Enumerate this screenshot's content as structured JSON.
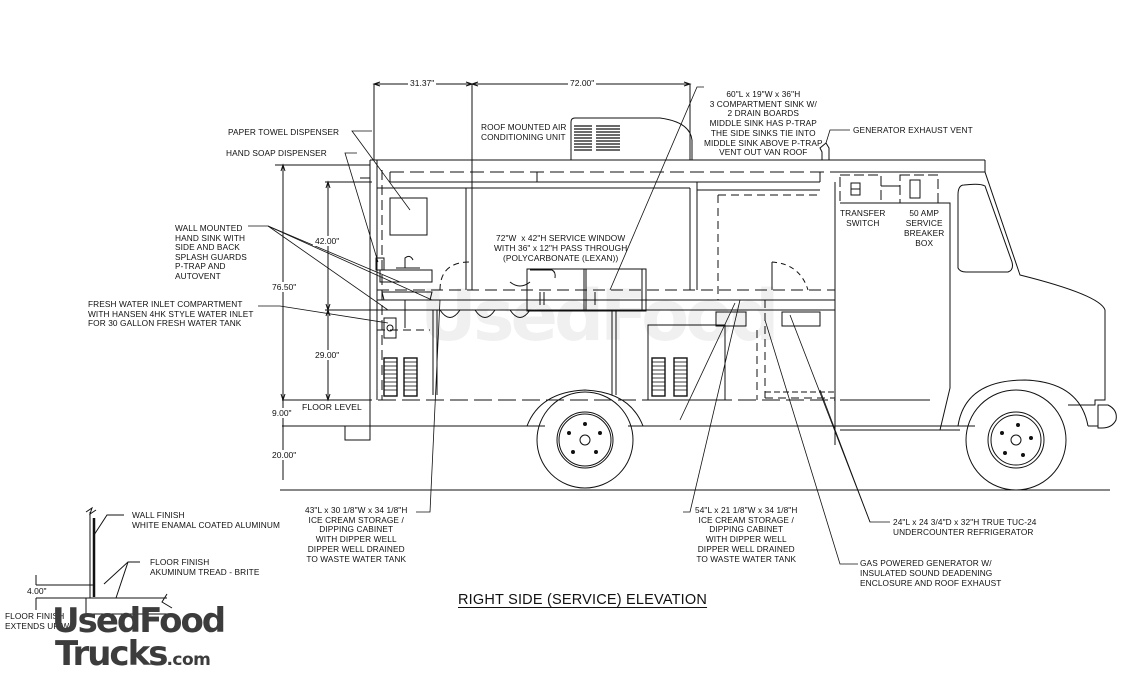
{
  "drawing": {
    "title": "RIGHT SIDE (SERVICE) ELEVATION",
    "watermark": {
      "line1": "UsedFood",
      "line2": "Trucks",
      "suffix": ".com"
    },
    "dimensions": {
      "top_left": "31.37\"",
      "top_right": "72.00\"",
      "overall_height": "76.50\"",
      "window_height": "42.00\"",
      "counter_height": "29.00\"",
      "floor_offset": "9.00\"",
      "ground_clearance": "20.00\"",
      "floor_finish": "4.00\""
    },
    "floor_label": "FLOOR LEVEL",
    "callouts": {
      "paper_towel": "PAPER TOWEL DISPENSER",
      "hand_soap": "HAND SOAP DISPENSER",
      "roof_ac": "ROOF MOUNTED AIR\nCONDITIONING UNIT",
      "sink_3comp": "60\"L x 19\"W x 36\"H\n3 COMPARTMENT SINK W/\n2 DRAIN BOARDS\nMIDDLE SINK HAS P-TRAP\nTHE SIDE SINKS TIE INTO\nMIDDLE SINK ABOVE P-TRAP\nVENT OUT VAN ROOF",
      "gen_exhaust": "GENERATOR EXHAUST VENT",
      "hand_sink": "WALL MOUNTED\nHAND SINK WITH\nSIDE AND BACK\nSPLASH GUARDS\nP-TRAP AND\nAUTOVENT",
      "fresh_water": "FRESH WATER INLET COMPARTMENT\nWITH HANSEN 4HK STYLE WATER INLET\nFOR 30 GALLON FRESH WATER TANK",
      "service_window": "72\"W  x 42\"H SERVICE WINDOW\nWITH 36\" x 12\"H PASS THROUGH\n(POLYCARBONATE (LEXAN))",
      "transfer_switch": "TRANSFER\nSWITCH",
      "breaker_box": "50 AMP\nSERVICE\nBREAKER\nBOX",
      "ice_cream_1": "43\"L x 30 1/8\"W x 34 1/8\"H\nICE CREAM STORAGE /\nDIPPING CABINET\nWITH DIPPER WELL\nDIPPER WELL DRAINED\nTO WASTE WATER TANK",
      "ice_cream_2": "54\"L x 21 1/8\"W x 34 1/8\"H\nICE CREAM STORAGE /\nDIPPING CABINET\nWITH DIPPER WELL\nDIPPER WELL DRAINED\nTO WASTE WATER TANK",
      "refrigerator": "24\"L x 24 3/4\"D x 32\"H TRUE TUC-24\nUNDERCOUNTER REFRIGERATOR",
      "generator": "GAS POWERED GENERATOR W/\nINSULATED SOUND DEADENING\nENCLOSURE AND ROOF EXHAUST",
      "wall_finish": "WALL FINISH\nWHITE ENAMAL COATED ALUMINUM",
      "floor_finish": "FLOOR FINISH\nAKUMINUM TREAD - BRITE",
      "floor_extends": "FLOOR FINISH\nEXTENDS UP W"
    }
  }
}
